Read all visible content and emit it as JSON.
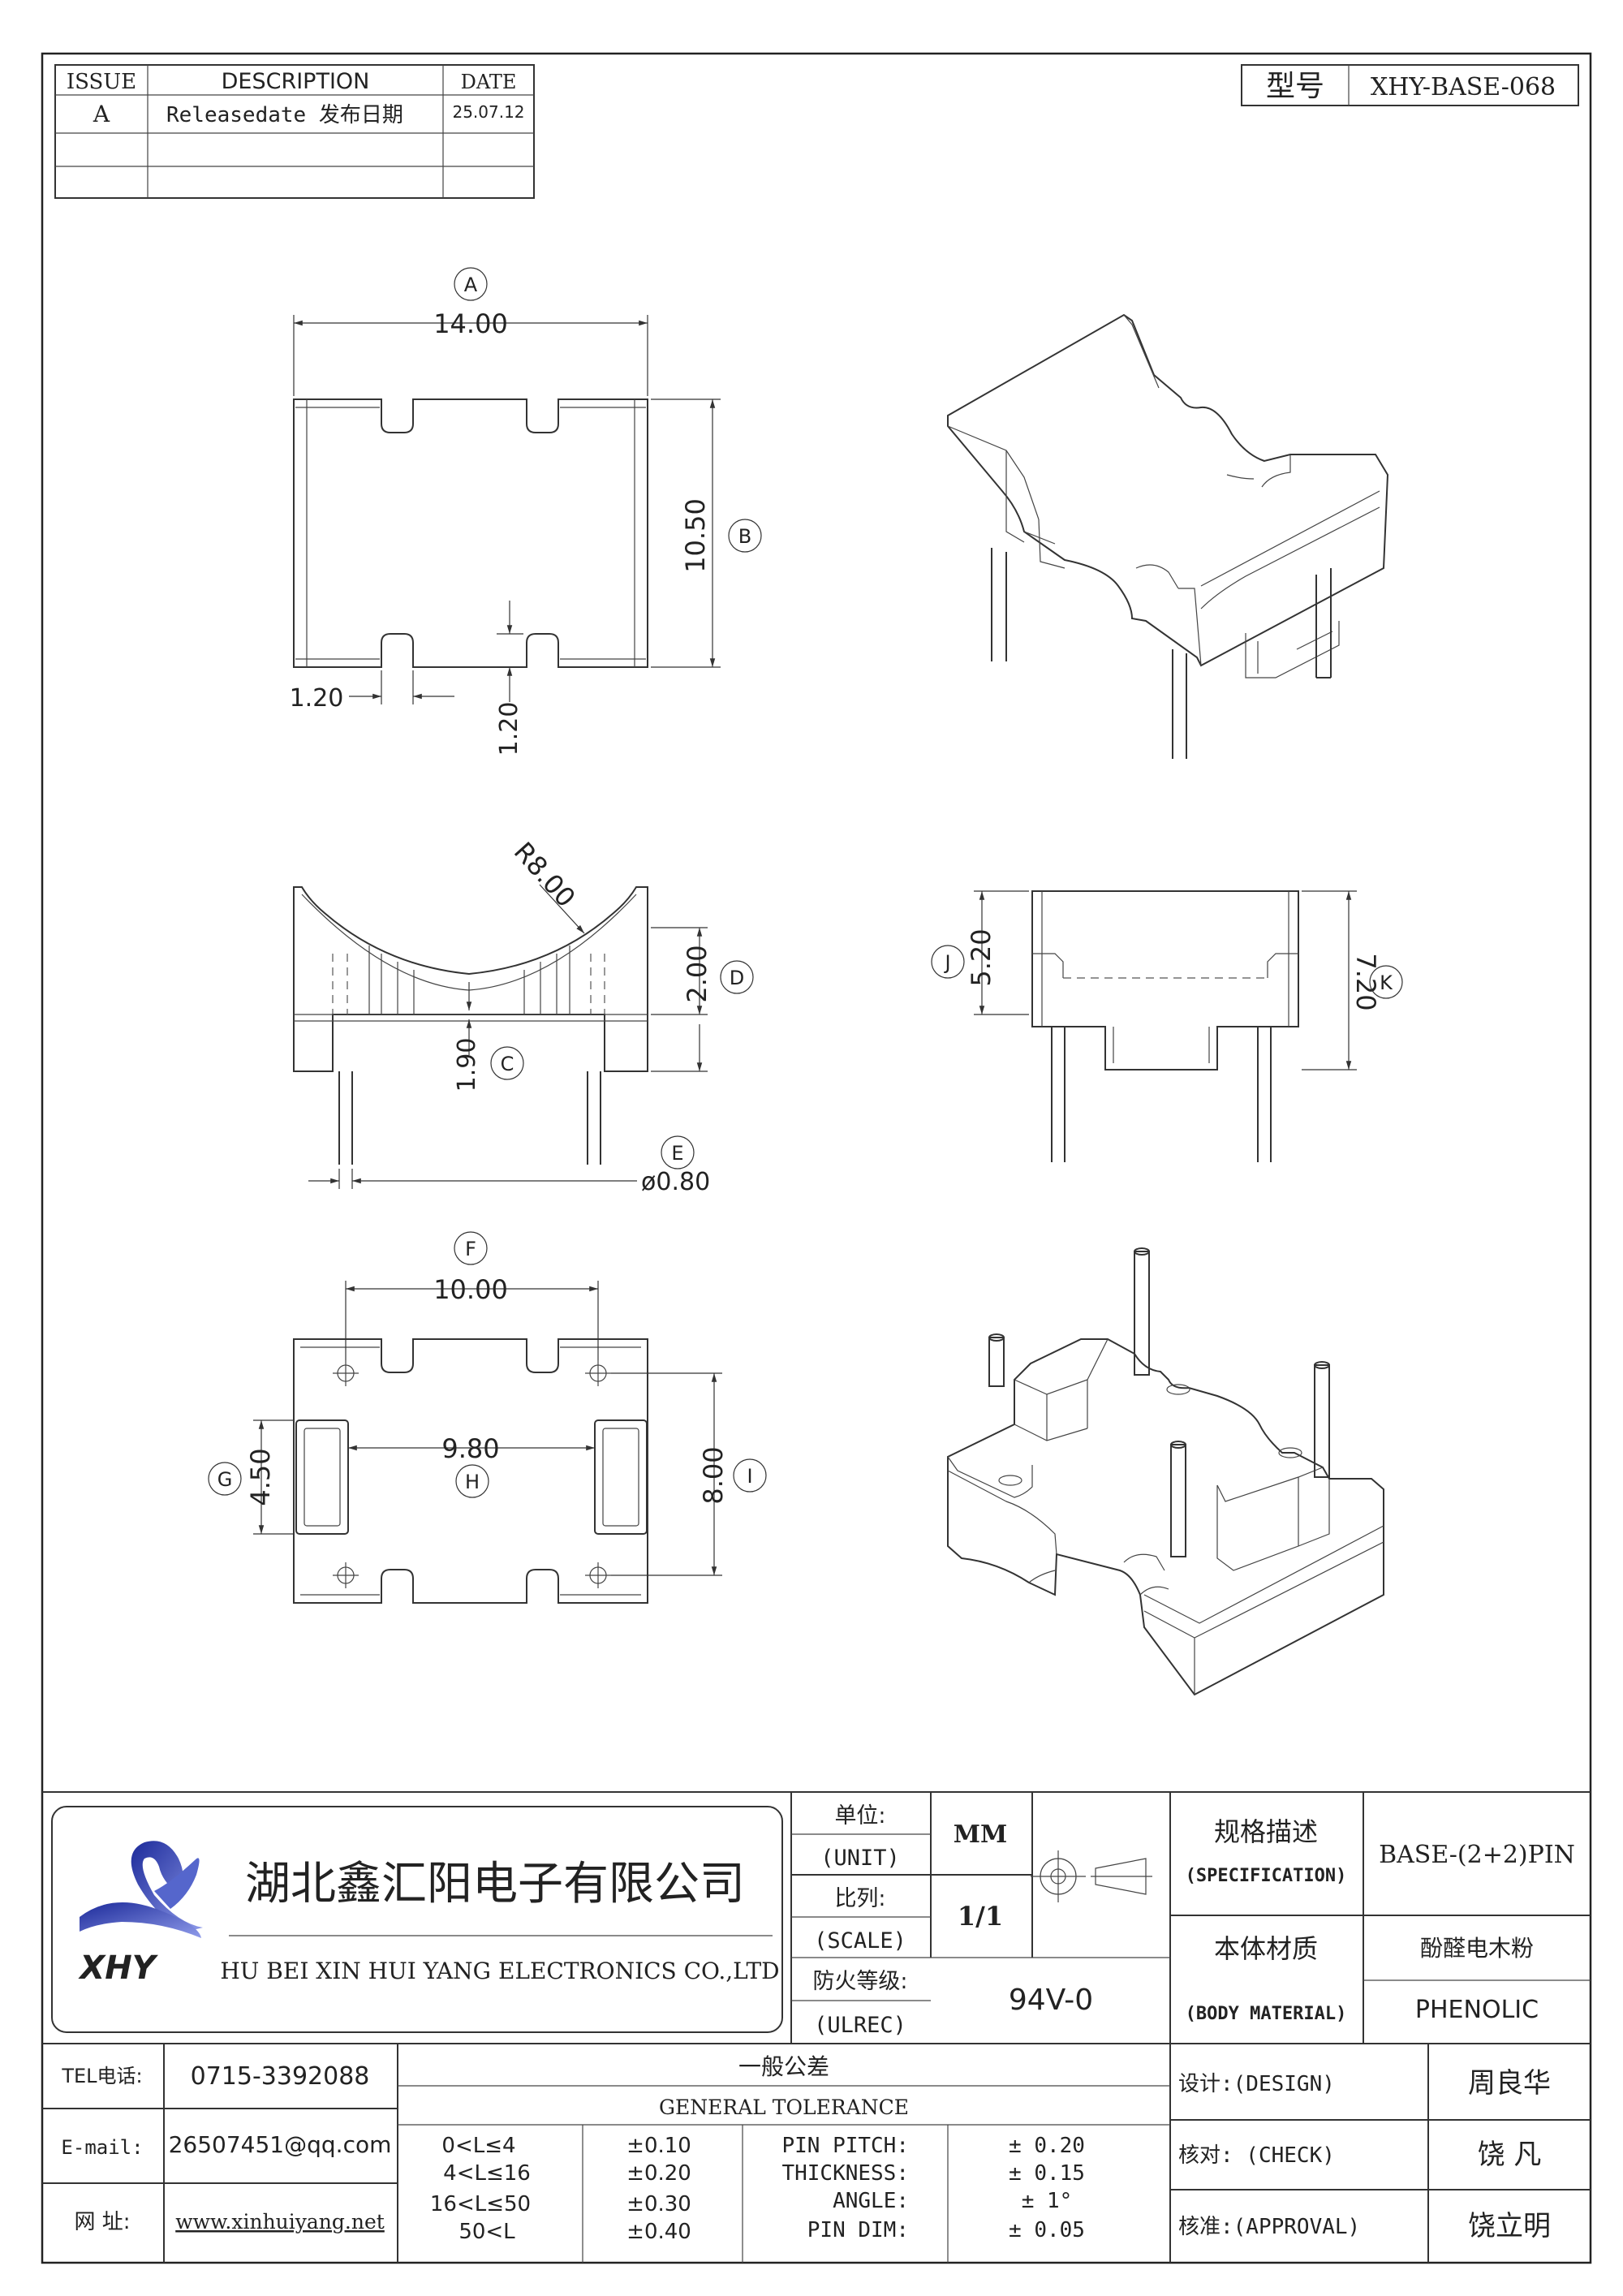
{
  "revision_table": {
    "headers": {
      "issue": "ISSUE",
      "description": "DESCRIPTION",
      "date": "DATE"
    },
    "rows": [
      {
        "issue": "A",
        "description": "Releasedate 发布日期",
        "date": "25.07.12"
      }
    ]
  },
  "model": {
    "label": "型号",
    "value": "XHY-BASE-068"
  },
  "views": {
    "top": {
      "balloon_a": "A",
      "dim_width": "14.00",
      "balloon_b": "B",
      "dim_height": "10.50",
      "dim_slot_width": "1.20",
      "dim_slot_depth": "1.20"
    },
    "front": {
      "dim_radius": "R8.00",
      "balloon_d": "D",
      "dim_d": "2.00",
      "balloon_c": "C",
      "dim_c": "1.90",
      "balloon_e": "E",
      "dim_pin": "ø0.80"
    },
    "side": {
      "balloon_j": "J",
      "dim_j": "5.20",
      "balloon_k": "K",
      "dim_k": "7.20"
    },
    "bottom": {
      "balloon_f": "F",
      "dim_f": "10.00",
      "balloon_h": "H",
      "dim_h": "9.80",
      "balloon_g": "G",
      "dim_g": "4.50",
      "balloon_i": "I",
      "dim_i": "8.00"
    }
  },
  "title_block": {
    "company_cn": "湖北鑫汇阳电子有限公司",
    "company_en": "HU BEI XIN HUI YANG ELECTRONICS CO.,LTD",
    "unit_label_cn": "单位:",
    "unit_label_en": "(UNIT)",
    "unit_value": "MM",
    "scale_label_cn": "比列:",
    "scale_label_en": "(SCALE)",
    "scale_value": "1/1",
    "fire_label_cn": "防火等级:",
    "fire_label_en": "(ULREC)",
    "fire_value": "94V-0",
    "spec_label_cn": "规格描述",
    "spec_label_en": "(SPECIFICATION)",
    "spec_value": "BASE-(2+2)PIN",
    "material_label_cn": "本体材质",
    "material_label_en": "(BODY MATERIAL)",
    "material_value_cn": "酚醛电木粉",
    "material_value_en": "PHENOLIC"
  },
  "contact": {
    "tel_label": "TEL电话:",
    "tel_value": "0715-3392088",
    "email_label": "E-mail:",
    "email_value": "26507451@qq.com",
    "web_label": "网  址:",
    "web_value": "www.xinhuiyang.net"
  },
  "tolerance": {
    "title_cn": "一般公差",
    "title_en": "GENERAL TOLERANCE",
    "ranges": [
      {
        "range": "0<L≤4",
        "tol": "±0.10"
      },
      {
        "range": "4<L≤16",
        "tol": "±0.20"
      },
      {
        "range": "16<L≤50",
        "tol": "±0.30"
      },
      {
        "range": "50<L",
        "tol": "±0.40"
      }
    ],
    "items": [
      {
        "name": "PIN PITCH:",
        "tol": "± 0.20"
      },
      {
        "name": "THICKNESS:",
        "tol": "± 0.15"
      },
      {
        "name": "ANGLE:",
        "tol": "± 1°"
      },
      {
        "name": "PIN DIM:",
        "tol": "± 0.05"
      }
    ]
  },
  "approvals": {
    "design_label": "设计:(DESIGN)",
    "design_name": "周良华",
    "check_label": "核对: (CHECK)",
    "check_name": "饶  凡",
    "approval_label": "核准:(APPROVAL)",
    "approval_name": "饶立明"
  },
  "logo": {
    "text": "XHY"
  },
  "icons": [
    "third-angle-projection-icon",
    "company-logo-icon"
  ]
}
